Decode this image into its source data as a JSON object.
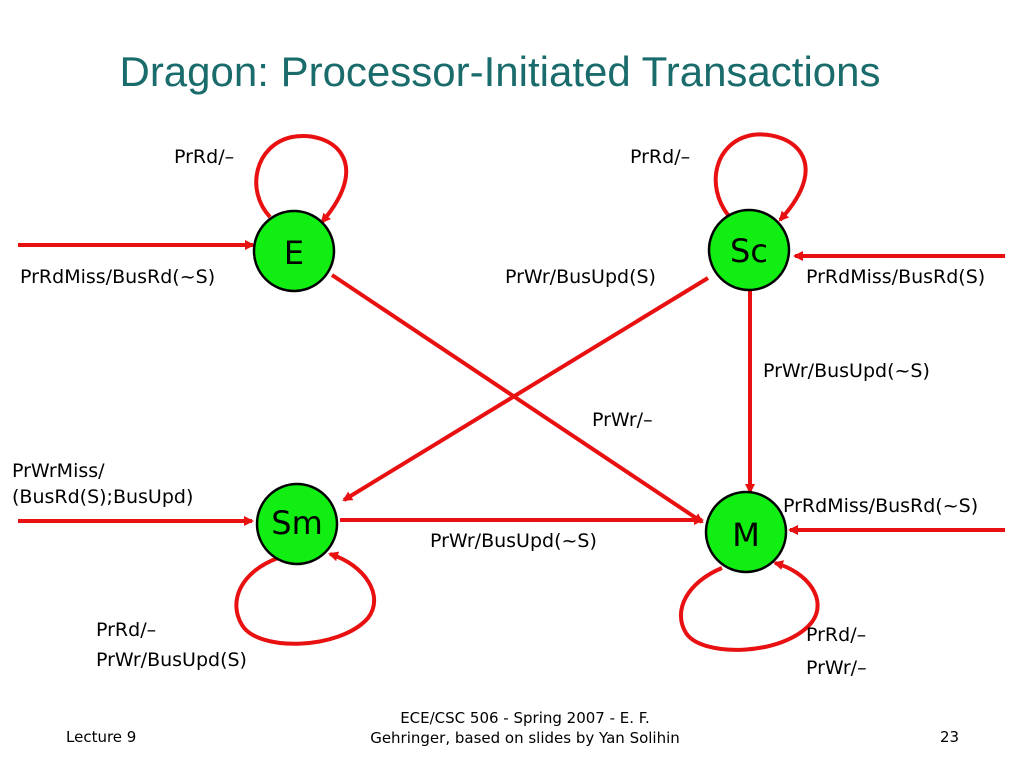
{
  "title": "Dragon: Processor-Initiated Transactions",
  "states": {
    "E": "E",
    "Sc": "Sc",
    "Sm": "Sm",
    "M": "M"
  },
  "labels": {
    "e_self": "PrRd/–",
    "sc_self": "PrRd/–",
    "e_entry": "PrRdMiss/BusRd(~S)",
    "sc_to_sm": "PrWr/BusUpd(S)",
    "sc_entry": "PrRdMiss/BusRd(S)",
    "sc_to_m": "PrWr/BusUpd(~S)",
    "e_to_m": "PrWr/–",
    "sm_entry_1": "PrWrMiss/",
    "sm_entry_2": "(BusRd(S);BusUpd)",
    "m_entry": "PrRdMiss/BusRd(~S)",
    "sm_to_m": "PrWr/BusUpd(~S)",
    "sm_self_1": "PrRd/–",
    "sm_self_2": "PrWr/BusUpd(S)",
    "m_self_1": "PrRd/–",
    "m_self_2": "PrWr/–"
  },
  "colors": {
    "state_fill": "#11ee11",
    "arrow": "#e81010",
    "title": "#1a6b6b"
  },
  "footer": {
    "left": "Lecture 9",
    "center_1": "ECE/CSC 506 - Spring 2007 - E. F.",
    "center_2": "Gehringer, based on slides by Yan Solihin",
    "right": "23"
  }
}
